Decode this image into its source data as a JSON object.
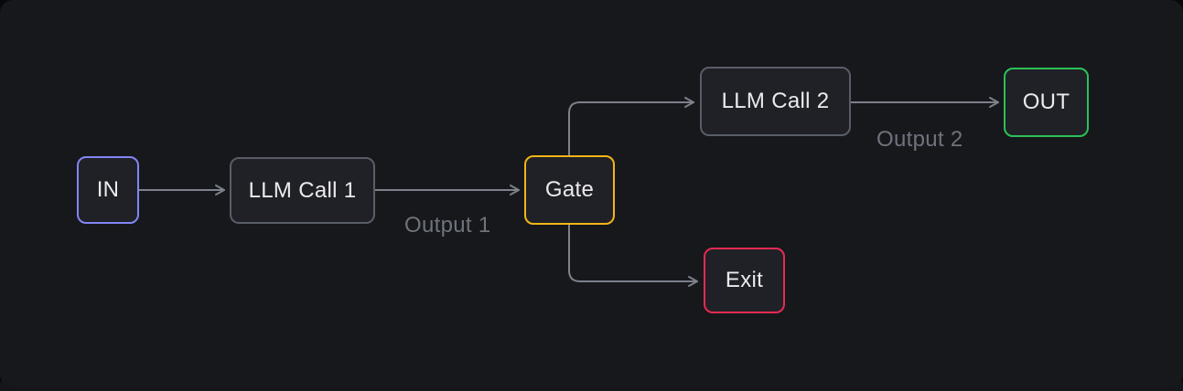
{
  "diagram": {
    "title": "prompt-chaining-workflow",
    "nodes": [
      {
        "id": "in",
        "label": "IN",
        "accent": "#8285f4"
      },
      {
        "id": "llm-call-1",
        "label": "LLM Call 1",
        "accent": "#585d66"
      },
      {
        "id": "gate",
        "label": "Gate",
        "accent": "#f2b517"
      },
      {
        "id": "llm-call-2",
        "label": "LLM Call 2",
        "accent": "#585d66"
      },
      {
        "id": "out",
        "label": "OUT",
        "accent": "#2cc157"
      },
      {
        "id": "exit",
        "label": "Exit",
        "accent": "#e62a52"
      }
    ],
    "edges": [
      {
        "from": "in",
        "to": "llm-call-1",
        "label": ""
      },
      {
        "from": "llm-call-1",
        "to": "gate",
        "label": "Output 1"
      },
      {
        "from": "gate",
        "to": "llm-call-2",
        "label": ""
      },
      {
        "from": "llm-call-2",
        "to": "out",
        "label": "Output 2"
      },
      {
        "from": "gate",
        "to": "exit",
        "label": ""
      }
    ],
    "colors": {
      "canvas_background": "#17181b",
      "page_background": "#08080a",
      "node_fill": "#202127",
      "node_text": "#ebebee",
      "edge_line": "#7c818b",
      "edge_label_text": "#6e737d"
    }
  }
}
